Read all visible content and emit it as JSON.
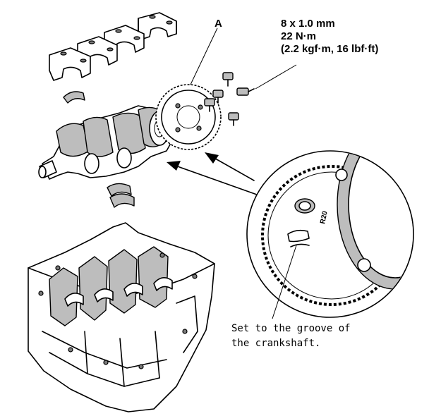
{
  "callout_a": {
    "letter": "A"
  },
  "torque_spec": {
    "line1": "8 x 1.0 mm",
    "line2": "22 N·m",
    "line3": "(2.2 kgf·m, 16 lbf·ft)"
  },
  "detail_view": {
    "mark": "R20"
  },
  "note": {
    "line1": "Set to the groove of",
    "line2": "the crankshaft."
  },
  "colors": {
    "line": "#000000",
    "background": "#ffffff",
    "shade": "#bdbdbd"
  }
}
